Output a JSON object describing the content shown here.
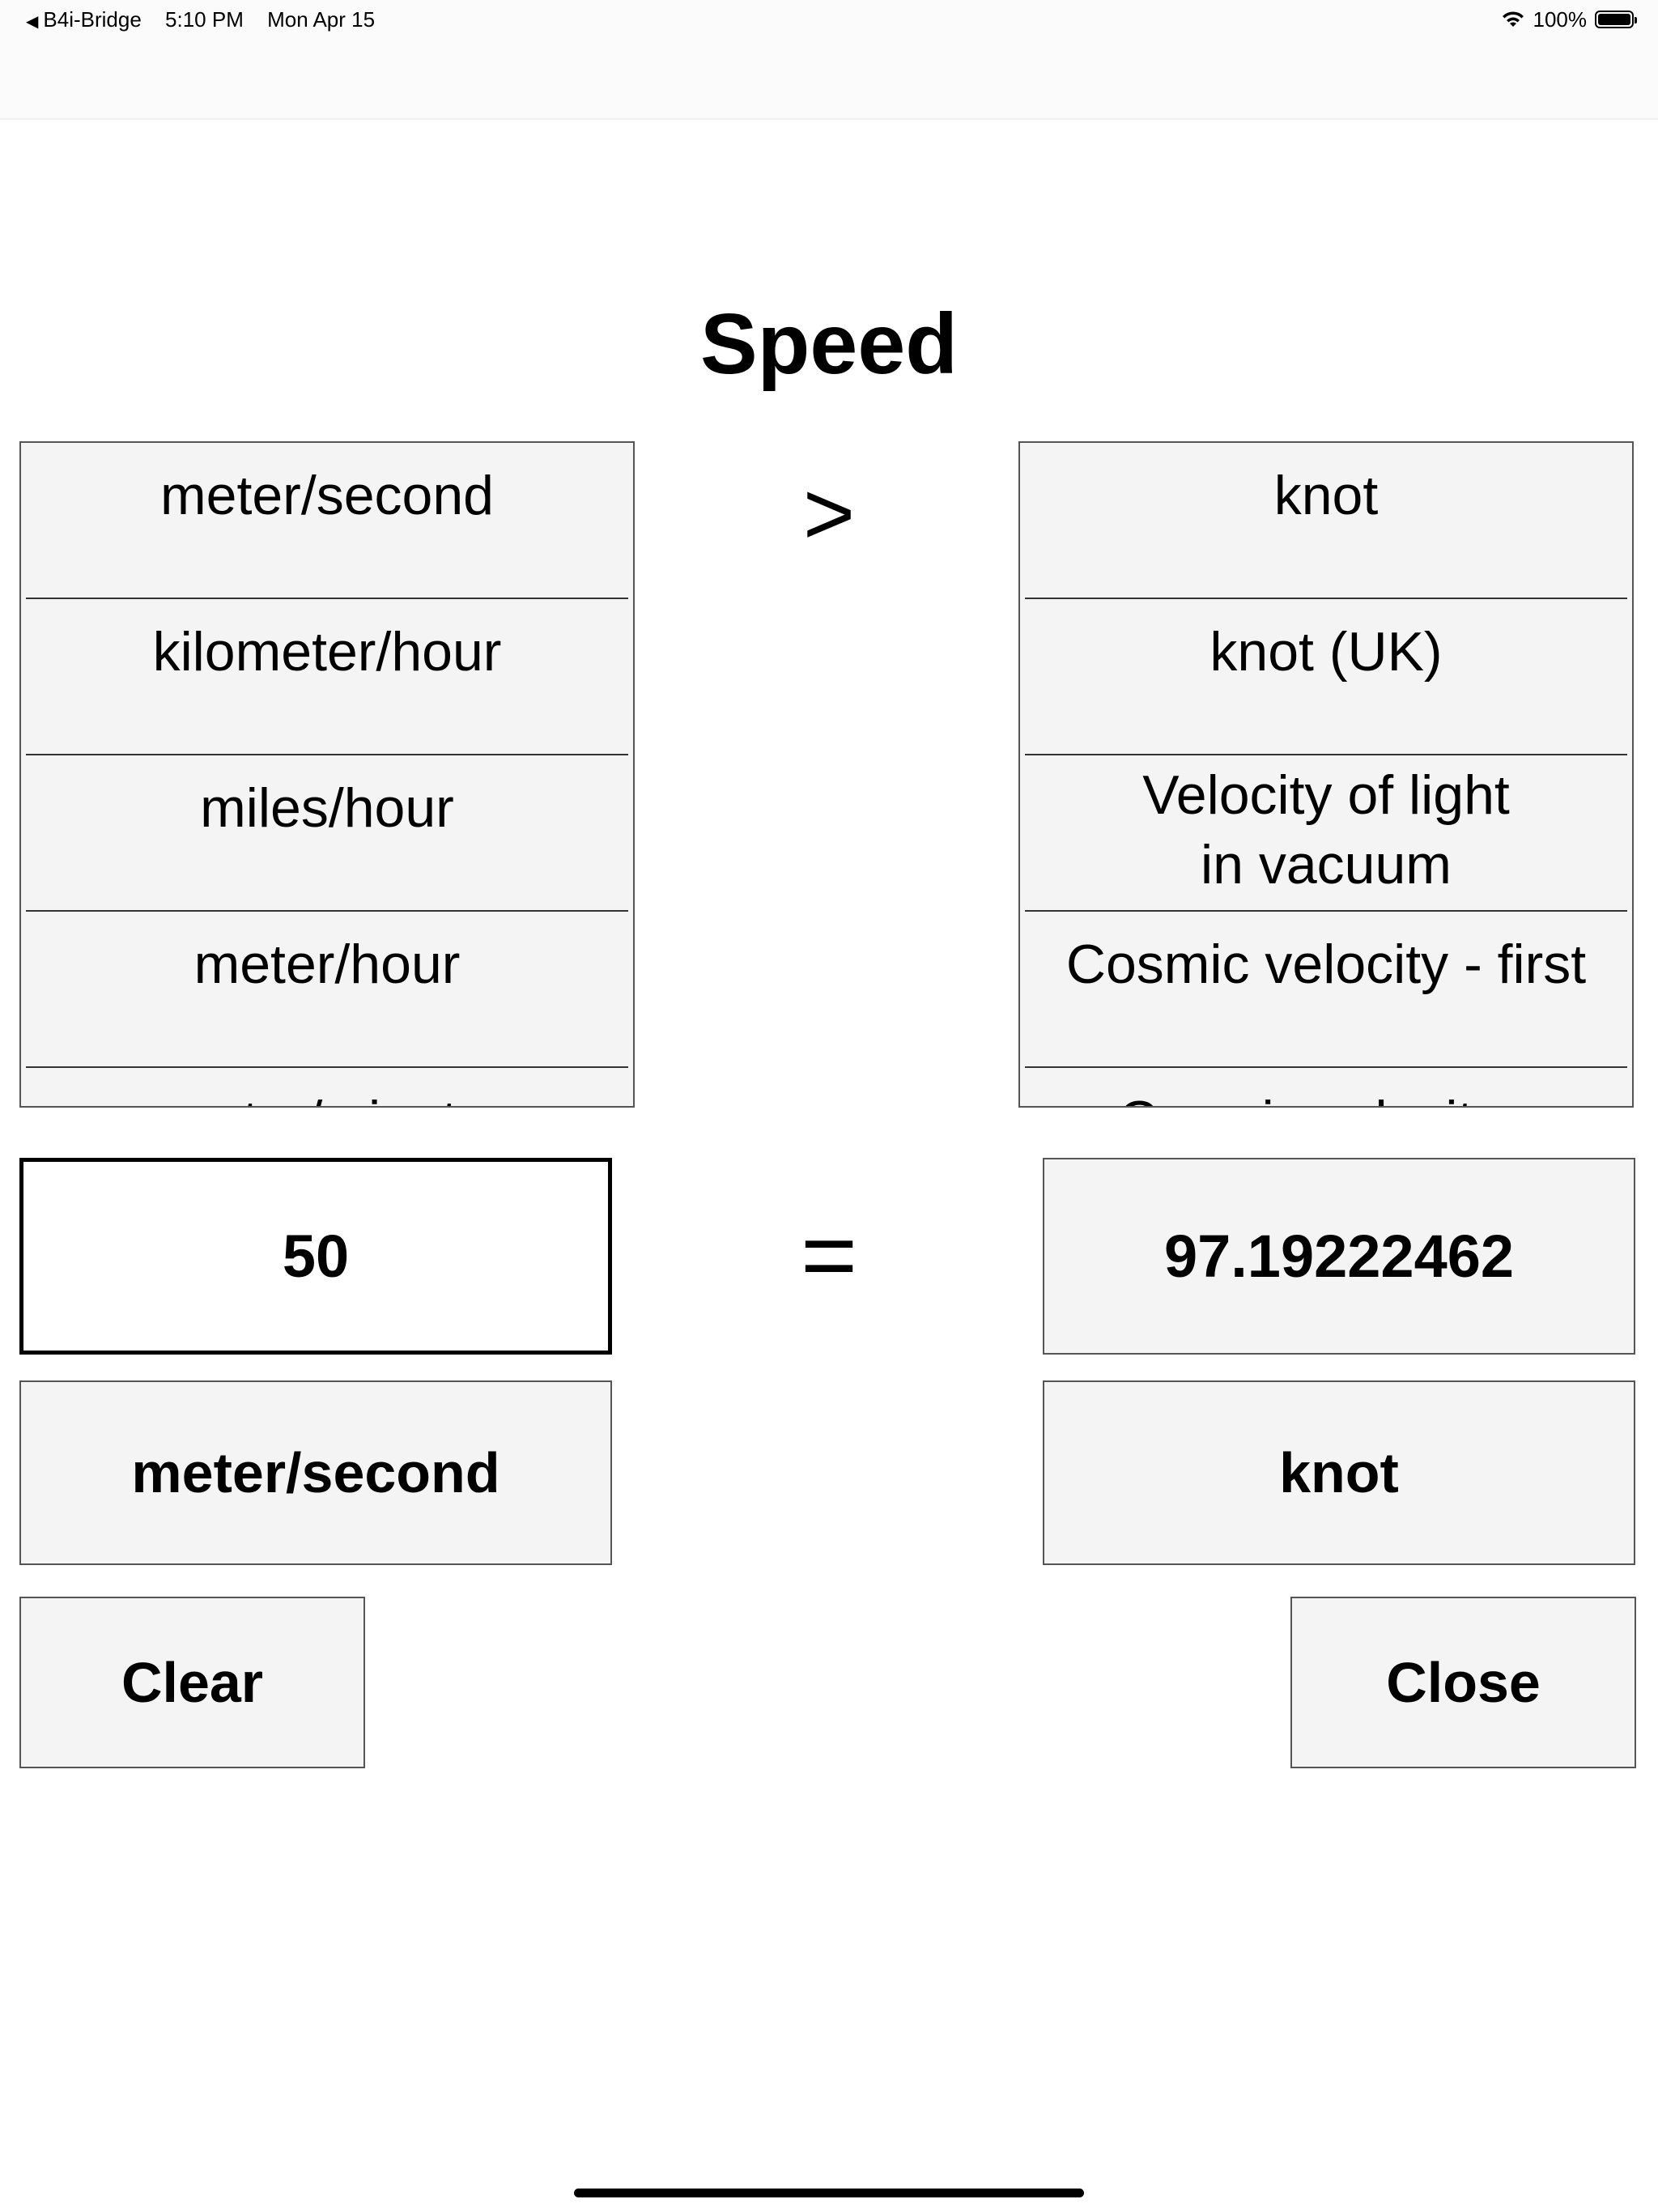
{
  "status_bar": {
    "back_label": "B4i-Bridge",
    "time": "5:10 PM",
    "date": "Mon Apr 15",
    "battery": "100%",
    "battery_level": 1.0
  },
  "title": "Speed",
  "from_picker": {
    "items": [
      "meter/second",
      "kilometer/hour",
      "miles/hour",
      "meter/hour",
      "meter/minute"
    ]
  },
  "to_picker": {
    "items": [
      "knot",
      "knot (UK)",
      "Velocity of light in vacuum",
      "Cosmic velocity - first",
      "Cosmic velocity - second"
    ],
    "item3_line1": "Velocity of light",
    "item3_line2": "in vacuum"
  },
  "direction_symbol": ">",
  "equals_symbol": "=",
  "input": {
    "value": "50"
  },
  "result": {
    "value": "97.19222462"
  },
  "from_unit": "meter/second",
  "to_unit": "knot",
  "buttons": {
    "clear": "Clear",
    "close": "Close"
  },
  "icons": {
    "back": "back-arrow-icon",
    "wifi": "wifi-icon",
    "battery": "battery-icon"
  }
}
